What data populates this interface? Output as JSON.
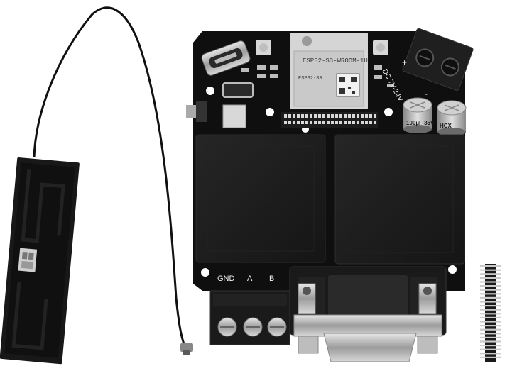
{
  "product": {
    "module_marking": "ESP32-S3-WROOM-1U",
    "module_line2": "ESP32-S3",
    "power_label": "DC 7V-24V",
    "plus_sign": "+",
    "minus_sign": "-",
    "capacitor_marking": "100µF 35V",
    "capacitor_series": "HCX",
    "terminal_labels": [
      "GND",
      "A",
      "B"
    ]
  },
  "colors": {
    "board": "#101010",
    "relay": "#1b1b1b",
    "antenna": "#161616",
    "silkscreen": "#f2f2f2",
    "metal": "#b8b8b8"
  }
}
